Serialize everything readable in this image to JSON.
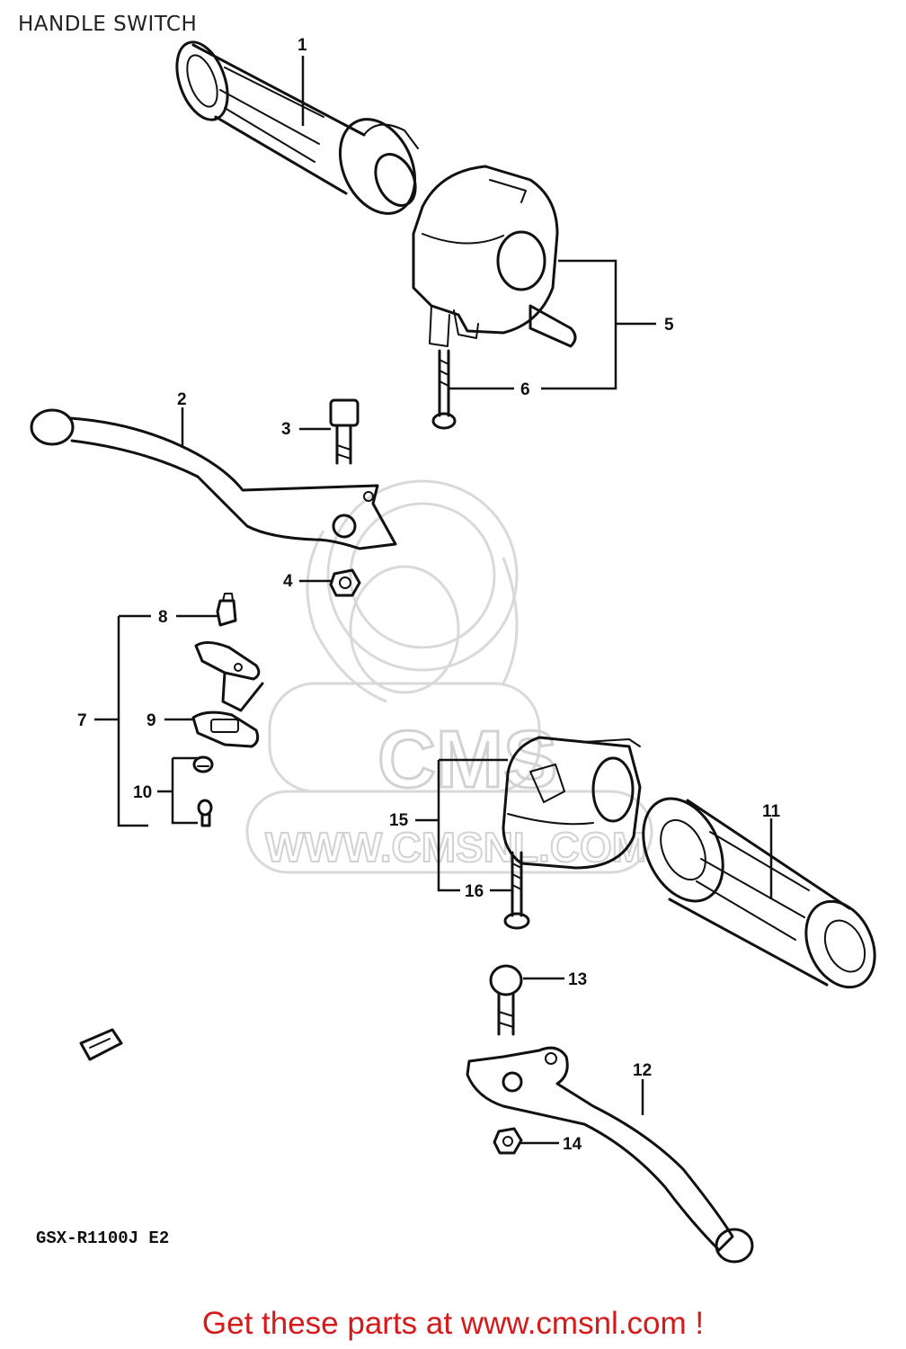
{
  "title": "HANDLE SWITCH",
  "model_code": "GSX-R1100J E2",
  "watermark": {
    "logo_text": "CMS",
    "url_text": "WWW.CMSNL.COM"
  },
  "part_labels": {
    "p1": "1",
    "p2": "2",
    "p3": "3",
    "p4": "4",
    "p5": "5",
    "p6": "6",
    "p7": "7",
    "p8": "8",
    "p9": "9",
    "p10": "10",
    "p11": "11",
    "p12": "12",
    "p13": "13",
    "p14": "14",
    "p15": "15",
    "p16": "16"
  },
  "footer": "Get these parts at www.cmsnl.com !"
}
